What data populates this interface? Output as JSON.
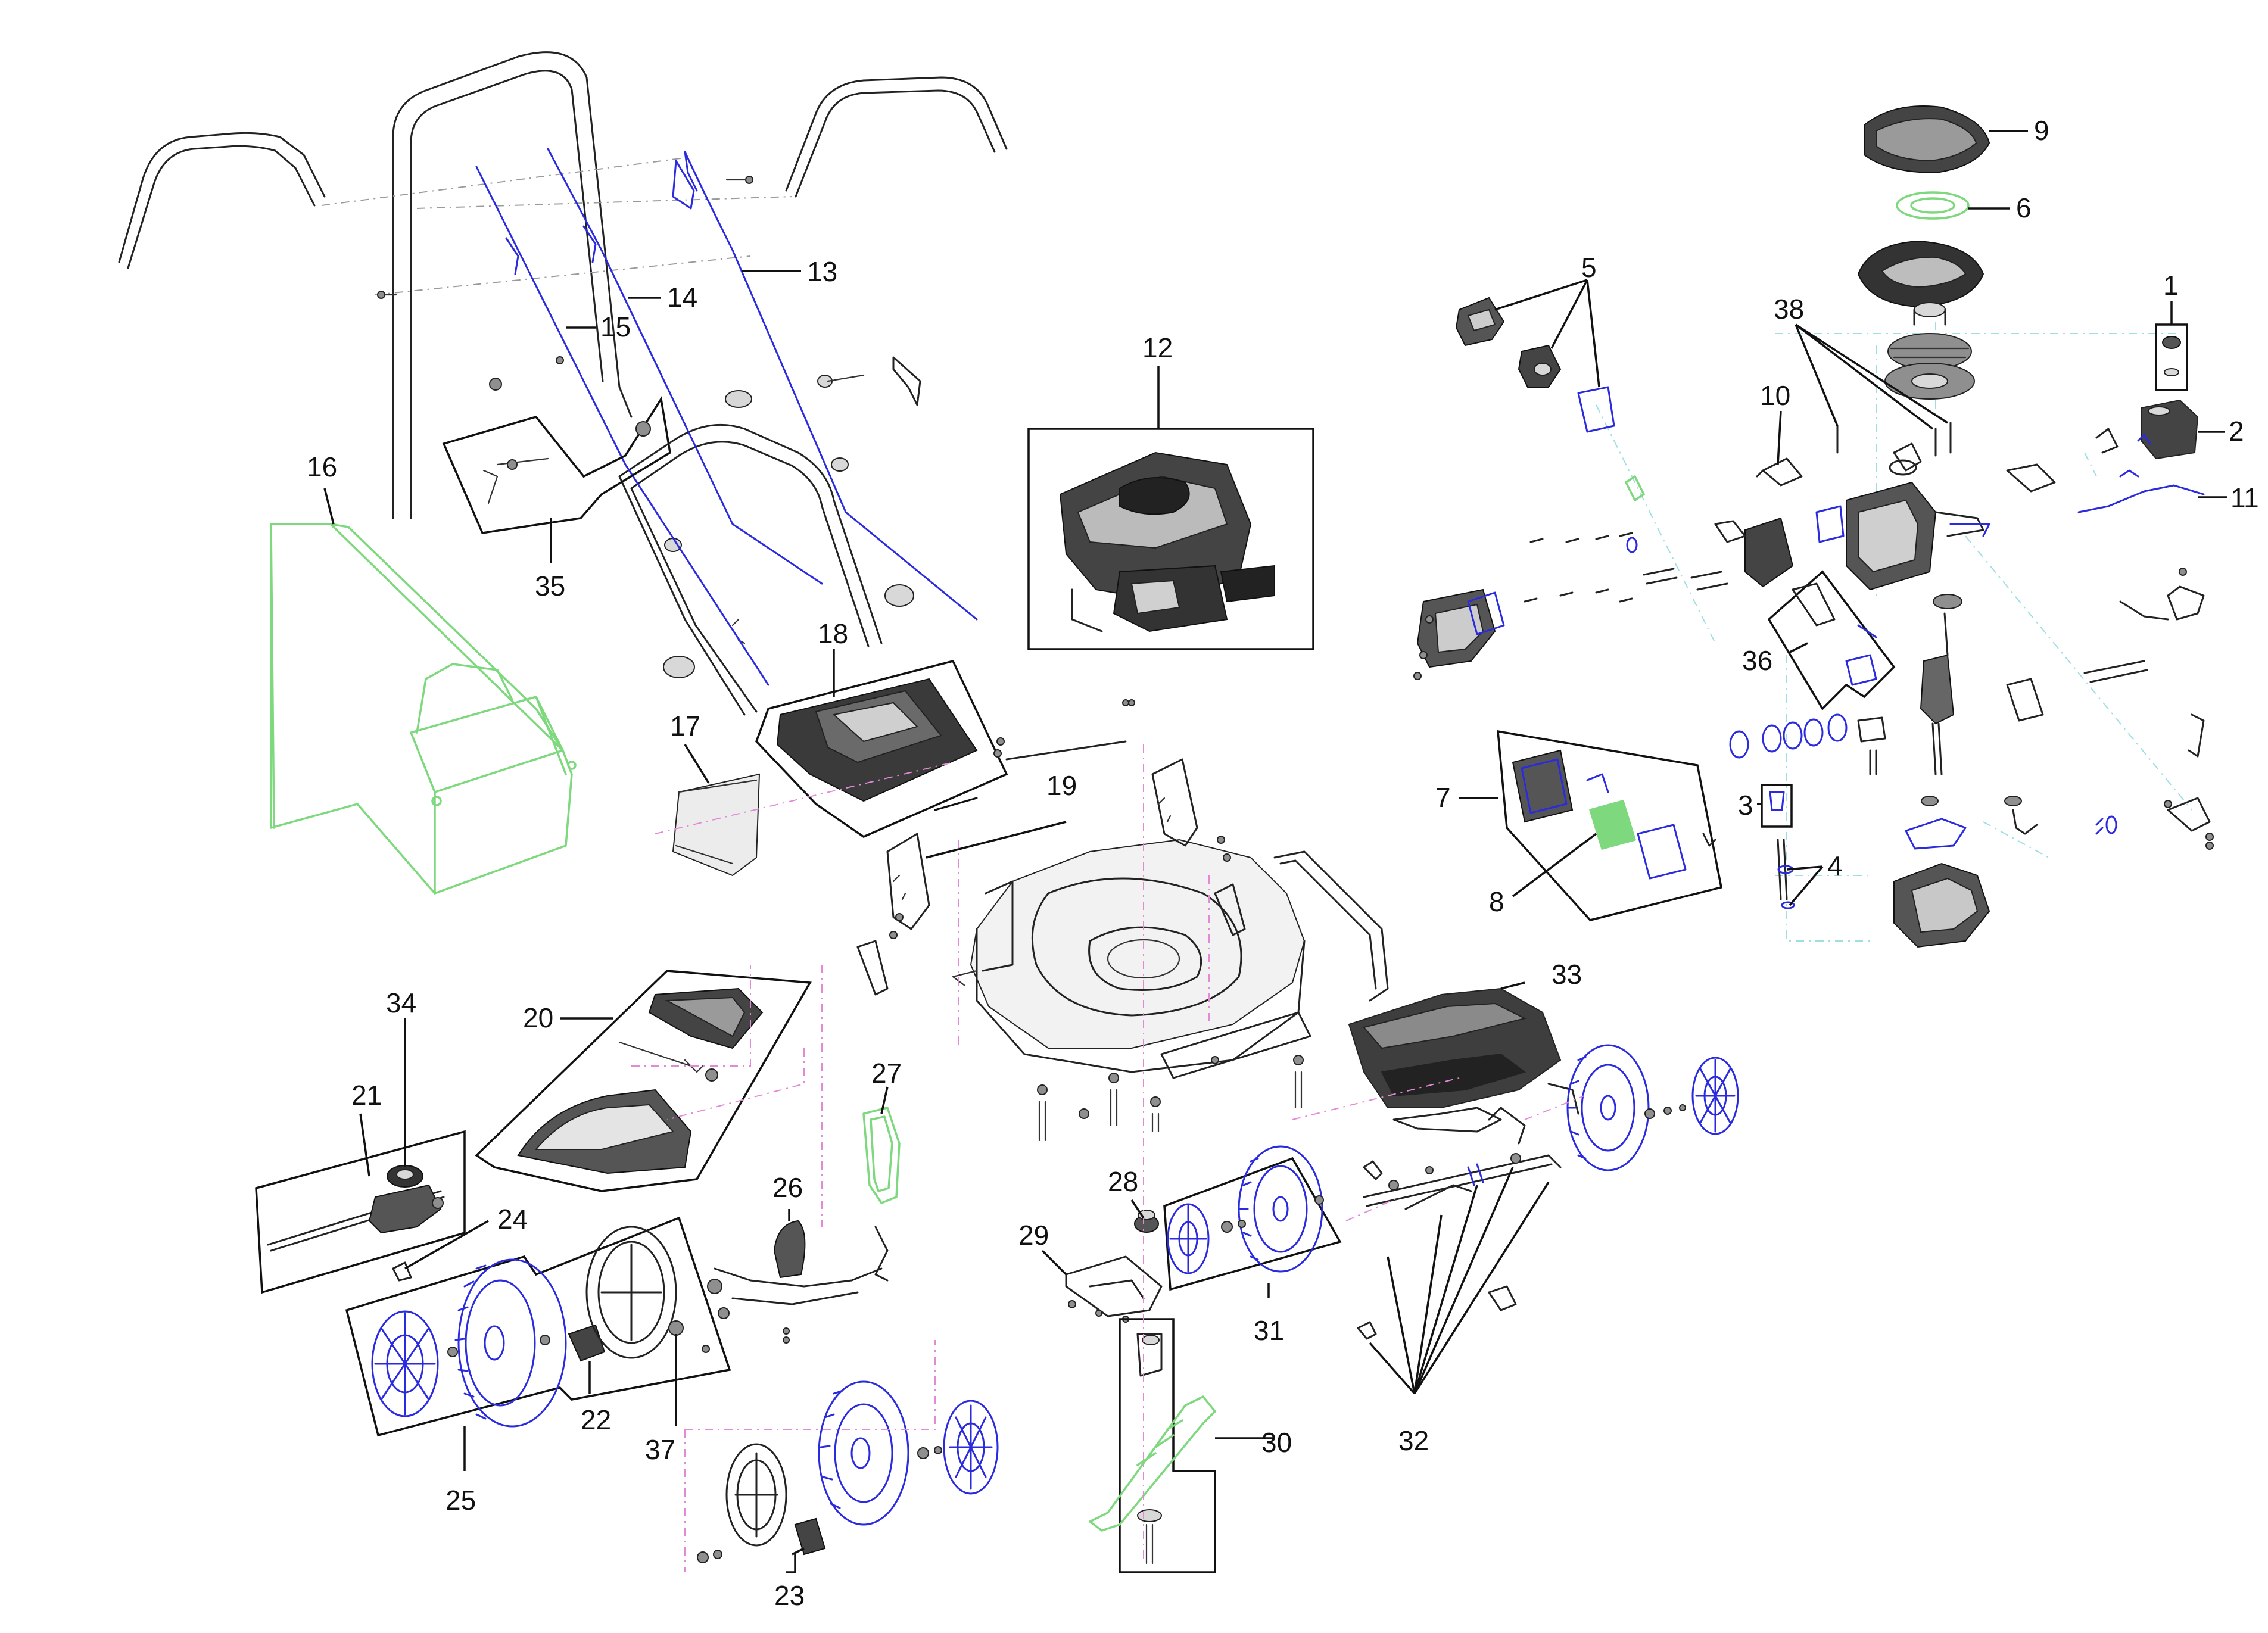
{
  "diagram": {
    "labels": [
      {
        "n": "1"
      },
      {
        "n": "2"
      },
      {
        "n": "3"
      },
      {
        "n": "4"
      },
      {
        "n": "5"
      },
      {
        "n": "6"
      },
      {
        "n": "7"
      },
      {
        "n": "8"
      },
      {
        "n": "9"
      },
      {
        "n": "10"
      },
      {
        "n": "11"
      },
      {
        "n": "12"
      },
      {
        "n": "13"
      },
      {
        "n": "14"
      },
      {
        "n": "15"
      },
      {
        "n": "16"
      },
      {
        "n": "17"
      },
      {
        "n": "18"
      },
      {
        "n": "19"
      },
      {
        "n": "20"
      },
      {
        "n": "21"
      },
      {
        "n": "22"
      },
      {
        "n": "23"
      },
      {
        "n": "24"
      },
      {
        "n": "25"
      },
      {
        "n": "26"
      },
      {
        "n": "27"
      },
      {
        "n": "28"
      },
      {
        "n": "29"
      },
      {
        "n": "30"
      },
      {
        "n": "31"
      },
      {
        "n": "32"
      },
      {
        "n": "33"
      },
      {
        "n": "34"
      },
      {
        "n": "35"
      },
      {
        "n": "36"
      },
      {
        "n": "37"
      },
      {
        "n": "38"
      }
    ],
    "colors": {
      "outline": "#222222",
      "highlight_blue": "#2a2adf",
      "highlight_green": "#7ed87e",
      "centerline_pink": "#e28ad6",
      "centerline_cyan": "#9edfe4"
    }
  }
}
